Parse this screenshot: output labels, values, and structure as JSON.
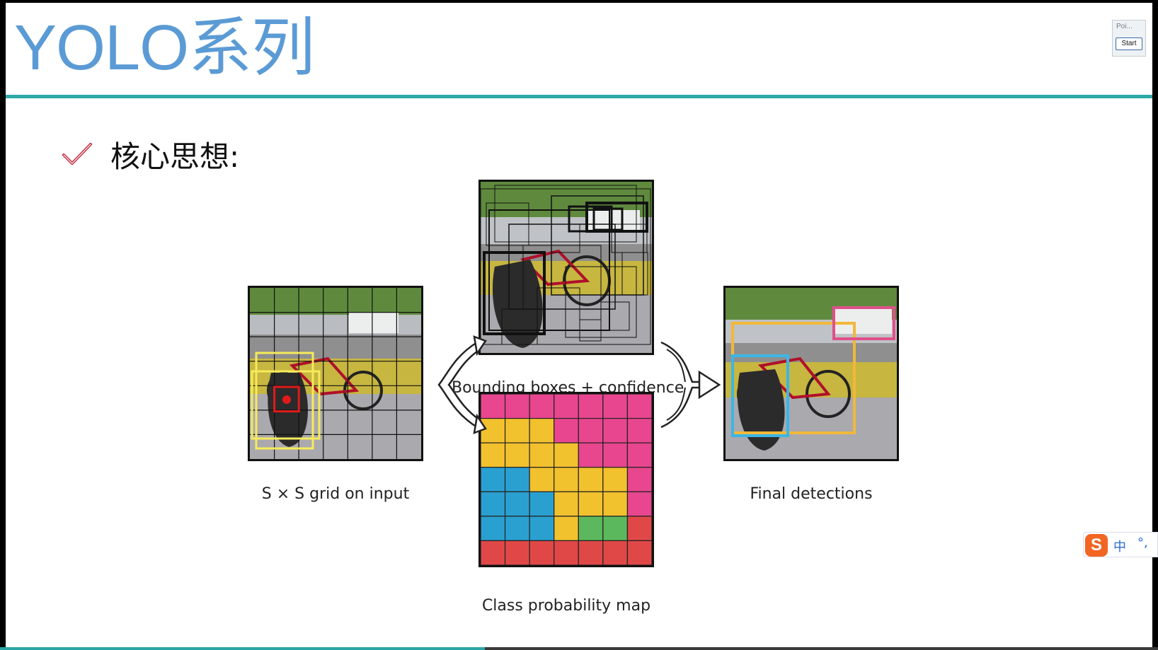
{
  "slide": {
    "title": "YOLO系列",
    "bullet_text": "核心思想:"
  },
  "diagram": {
    "grid_caption": "S × S grid on input",
    "bbox_caption": "Bounding boxes + confidence",
    "class_caption": "Class probability map",
    "final_caption": "Final detections"
  },
  "presenter_widget": {
    "label": "Poi...",
    "start_button": "Start"
  },
  "ime": {
    "logo": "S",
    "mode": "中",
    "punct": "°,"
  },
  "colors": {
    "title": "#5b9bd5",
    "rule": "#2fa9a8",
    "check": "#c0283c",
    "class_magenta": "#e8468f",
    "class_yellow": "#f2c12e",
    "class_blue": "#2aa0d0",
    "class_green": "#5cb85c",
    "class_red": "#e04848",
    "box_yellow": "#f6ea5a",
    "box_red": "#e01a1a",
    "box_orange": "#f2b83a",
    "box_pink": "#e0508a",
    "box_cyan": "#3ab6e6"
  },
  "class_map": [
    [
      "M",
      "M",
      "M",
      "M",
      "M",
      "M",
      "M"
    ],
    [
      "Y",
      "Y",
      "Y",
      "M",
      "M",
      "M",
      "M"
    ],
    [
      "Y",
      "Y",
      "Y",
      "Y",
      "M",
      "M",
      "M"
    ],
    [
      "B",
      "B",
      "Y",
      "Y",
      "Y",
      "Y",
      "M"
    ],
    [
      "B",
      "B",
      "B",
      "Y",
      "Y",
      "Y",
      "M"
    ],
    [
      "B",
      "B",
      "B",
      "Y",
      "G",
      "G",
      "R"
    ],
    [
      "R",
      "R",
      "R",
      "R",
      "R",
      "R",
      "R"
    ]
  ]
}
